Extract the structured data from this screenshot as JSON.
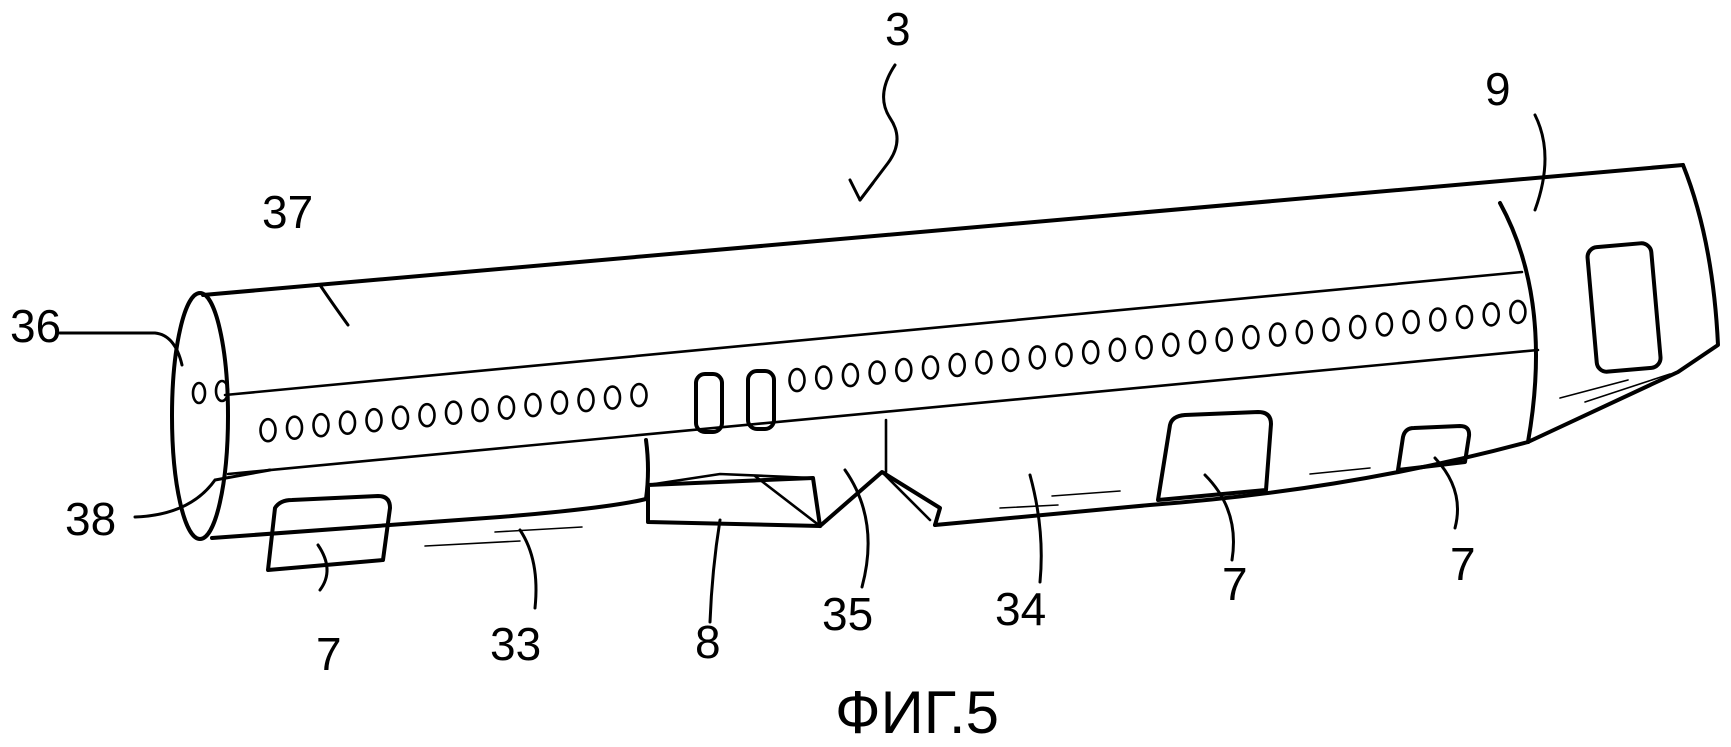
{
  "figure": {
    "caption": "ФИГ.5",
    "labels": {
      "assembly": "3",
      "tail_section": "9",
      "top_shell": "37",
      "front_frame": "36",
      "floor_line": "38",
      "door_front": "7",
      "door_mid": "7",
      "door_rear": "7",
      "front_lower_panel": "33",
      "wing_box": "8",
      "center_section": "35",
      "rear_lower_panel": "34"
    }
  }
}
